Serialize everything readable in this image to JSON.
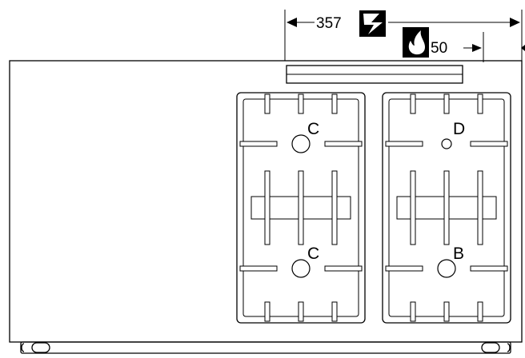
{
  "dimensions": {
    "width_value": "357",
    "height_value": "50"
  },
  "icons": {
    "electric": "electric-lightning-icon",
    "gas": "gas-flame-icon"
  },
  "burners": [
    {
      "id": "front-left",
      "letter": "C",
      "size": "large"
    },
    {
      "id": "rear-left",
      "letter": "C",
      "size": "large"
    },
    {
      "id": "rear-right",
      "letter": "D",
      "size": "small"
    },
    {
      "id": "front-right",
      "letter": "B",
      "size": "large"
    }
  ],
  "colors": {
    "ink": "#000000",
    "paper": "#ffffff"
  }
}
